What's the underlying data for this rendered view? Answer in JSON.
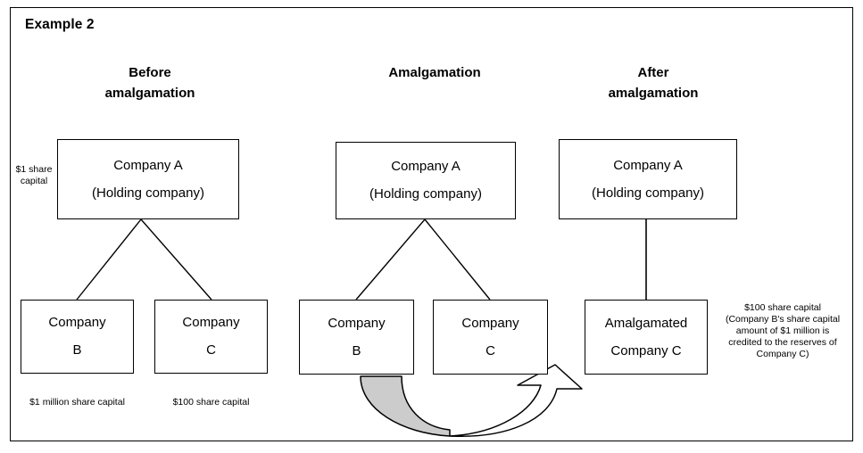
{
  "figure": {
    "title": "Example 2",
    "border_color": "#000000",
    "background": "#ffffff"
  },
  "columns": [
    {
      "id": "before",
      "heading_line1": "Before",
      "heading_line2": "amalgamation",
      "parent": {
        "line1": "Company A",
        "line2": "(Holding company)"
      },
      "children": [
        {
          "line1": "Company",
          "line2": "B",
          "note": "$1 million share capital"
        },
        {
          "line1": "Company",
          "line2": "C",
          "note": "$100 share capital"
        }
      ],
      "side_note": "$1 share capital"
    },
    {
      "id": "amalgamation",
      "heading_line1": "Amalgamation",
      "heading_line2": "",
      "parent": {
        "line1": "Company A",
        "line2": "(Holding company)"
      },
      "children": [
        {
          "line1": "Company",
          "line2": "B",
          "note": ""
        },
        {
          "line1": "Company",
          "line2": "C",
          "note": ""
        }
      ],
      "arrow_label": "merge-arrow-b-to-c"
    },
    {
      "id": "after",
      "heading_line1": "After",
      "heading_line2": "amalgamation",
      "parent": {
        "line1": "Company A",
        "line2": "(Holding company)"
      },
      "children": [
        {
          "line1": "Amalgamated",
          "line2": "Company C",
          "note": ""
        }
      ],
      "side_note_lines": [
        "$100 share capital",
        "(Company B's share capital",
        "amount of $1 million is",
        "credited to the reserves of",
        "Company C)"
      ]
    }
  ],
  "colors": {
    "line": "#000000",
    "arrow_fill_gray": "#cccccc",
    "arrow_fill_white": "#ffffff"
  }
}
